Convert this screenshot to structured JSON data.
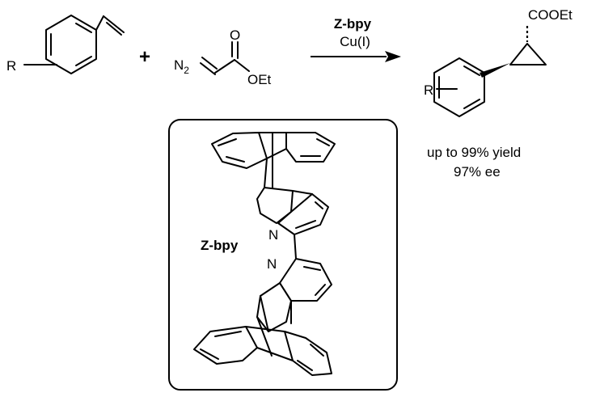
{
  "reactant_styrene": {
    "substituent": "R"
  },
  "reactant_diazo": {
    "plus_sign": "+",
    "n2_label": "N2",
    "oxygen_label": "O",
    "ester_label": "OEt"
  },
  "arrow": {
    "ligand_label": "Z-bpy",
    "metal_label": "Cu(I)"
  },
  "product": {
    "ester_label": "COOEt",
    "substituent": "R",
    "yield_text": "up to 99% yield",
    "ee_text": "97% ee"
  },
  "ligand_box": {
    "title": "Z-bpy",
    "n_top": "N",
    "n_bottom": "N"
  },
  "colors": {
    "ink": "#000000",
    "background": "#ffffff"
  }
}
